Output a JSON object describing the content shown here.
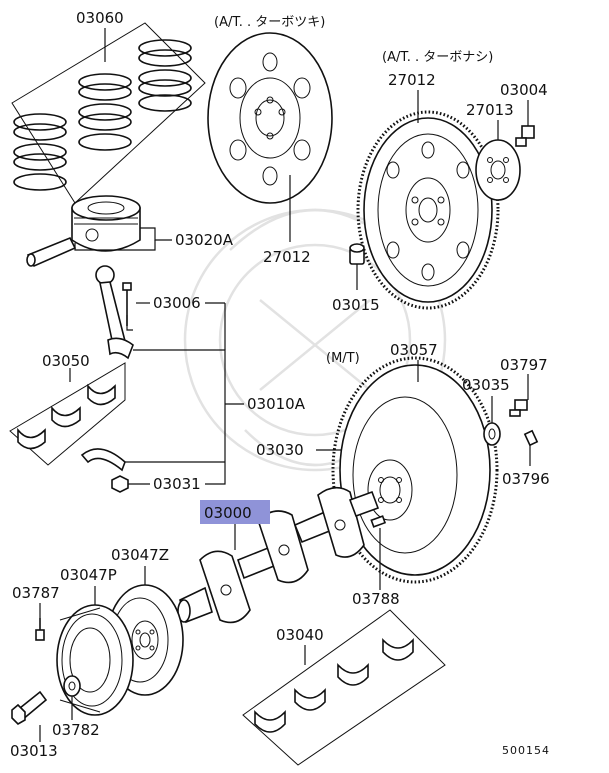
{
  "diagram": {
    "labels": {
      "p03060": "03060",
      "p03020a": "03020A",
      "p03006": "03006",
      "p03050": "03050",
      "p03010a": "03010A",
      "p03031": "03031",
      "p27012_left": "27012",
      "p27012_right": "27012",
      "p27013": "27013",
      "p03004": "03004",
      "p03015": "03015",
      "p03057": "03057",
      "p03797": "03797",
      "p03035": "03035",
      "p03030": "03030",
      "p03796": "03796",
      "p03000": "03000",
      "p03788": "03788",
      "p03047z": "03047Z",
      "p03047p": "03047P",
      "p03787": "03787",
      "p03040": "03040",
      "p03782": "03782",
      "p03013": "03013"
    },
    "notes": {
      "at_turbo": "(A/T. . ターボツキ)",
      "at_nonturbo": "(A/T. . ターボナシ)",
      "mt": "(M/T)"
    },
    "figure_number": "500154",
    "highlight_color": "#8f93d8"
  }
}
